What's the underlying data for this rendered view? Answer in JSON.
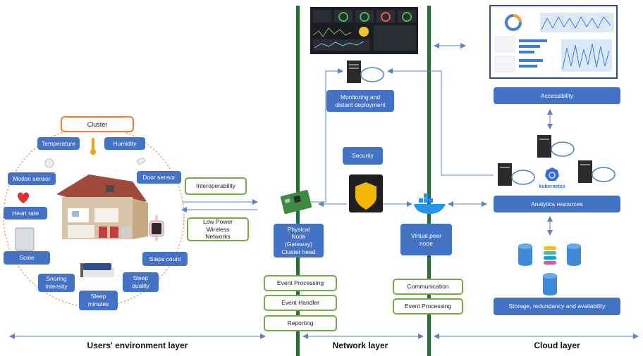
{
  "env": {
    "cluster": "Cluster",
    "sensors": {
      "temperature": "Temperature",
      "humidity": "Humidity",
      "motion": "Motion sensor",
      "door": "Door sensor",
      "heart": "Heart rate",
      "scale": "Scale",
      "snoring": "Snoring intensity",
      "sleep_minutes": "Sleep minutes",
      "sleep_quality": "Sleep quality",
      "steps": "Steps count"
    },
    "interoperability": "Interoperability",
    "low_power": "Low Power Wireless Networks"
  },
  "network": {
    "monitoring": "Monitoring and distant deployment",
    "security": "Security",
    "physical_node": "Physical Node (Gateway) Cluster head",
    "virtual_node": "Virtual peer node",
    "physical_modules": [
      "Event Processing",
      "Event Handler",
      "Reporting"
    ],
    "virtual_modules": [
      "Communication",
      "Event Processing"
    ]
  },
  "cloud": {
    "accessibility": "Accessibility",
    "analytics": "Analytics resources",
    "kubernetes": "kubernetes",
    "storage": "Storage, redundancy and availability"
  },
  "layers": {
    "users": "Users' environment layer",
    "network": "Network layer",
    "cloud": "Cloud layer"
  },
  "colors": {
    "box_blue": "#4472c4",
    "green_border": "#70ad47",
    "orange_border": "#ed7d31",
    "divider_green": "#2e6b3a",
    "arrow": "#5b82c4"
  }
}
